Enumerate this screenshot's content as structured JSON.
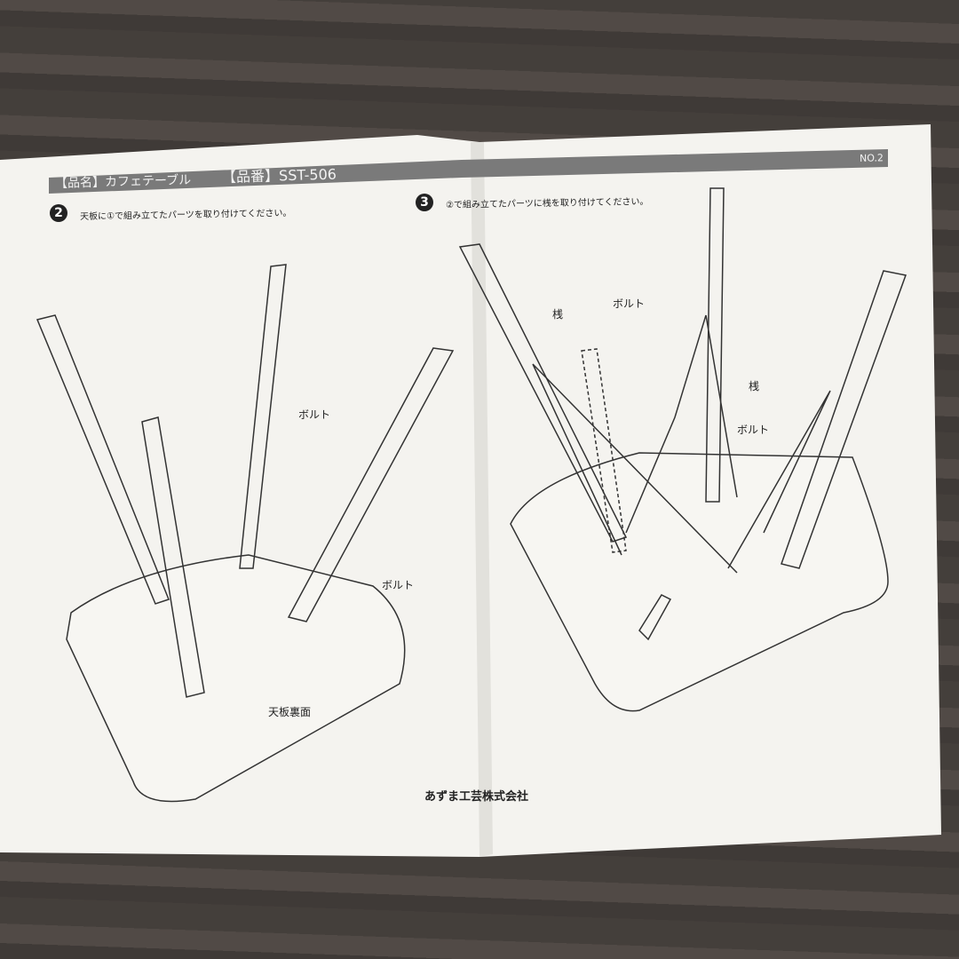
{
  "header": {
    "product_name": "【品名】カフェテーブル",
    "product_number": "【品番】SST-506",
    "page": "NO.2"
  },
  "step2": {
    "number": "2",
    "instruction": "天板に①で組み立てたパーツを取り付けてください。",
    "labels": {
      "bolt_upper": "ボルト",
      "bolt_lower": "ボルト",
      "tabletop_underside": "天板裏面"
    }
  },
  "step3": {
    "number": "3",
    "instruction": "②で組み立てたパーツに桟を取り付けてください。",
    "labels": {
      "bolt_top": "ボルト",
      "brace_left": "桟",
      "brace_right": "桟",
      "bolt_right": "ボルト"
    }
  },
  "footer": {
    "company": "あずま工芸株式会社"
  }
}
